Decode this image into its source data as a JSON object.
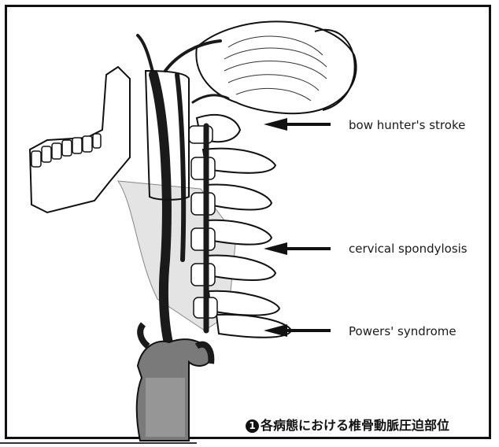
{
  "labels": {
    "bow_hunter": "bow hunter's stroke",
    "cervical": "cervical spondylosis",
    "powers": "Powers' syndrome"
  },
  "caption": {
    "number": "1",
    "text": "各病態における椎骨動脈圧迫部位"
  },
  "colors": {
    "ink": "#111111",
    "vessel": "#1a1a1a",
    "bone_fill": "#ffffff",
    "stipple": "#bdbdbd"
  },
  "icons": [
    "arrow-left-icon"
  ]
}
